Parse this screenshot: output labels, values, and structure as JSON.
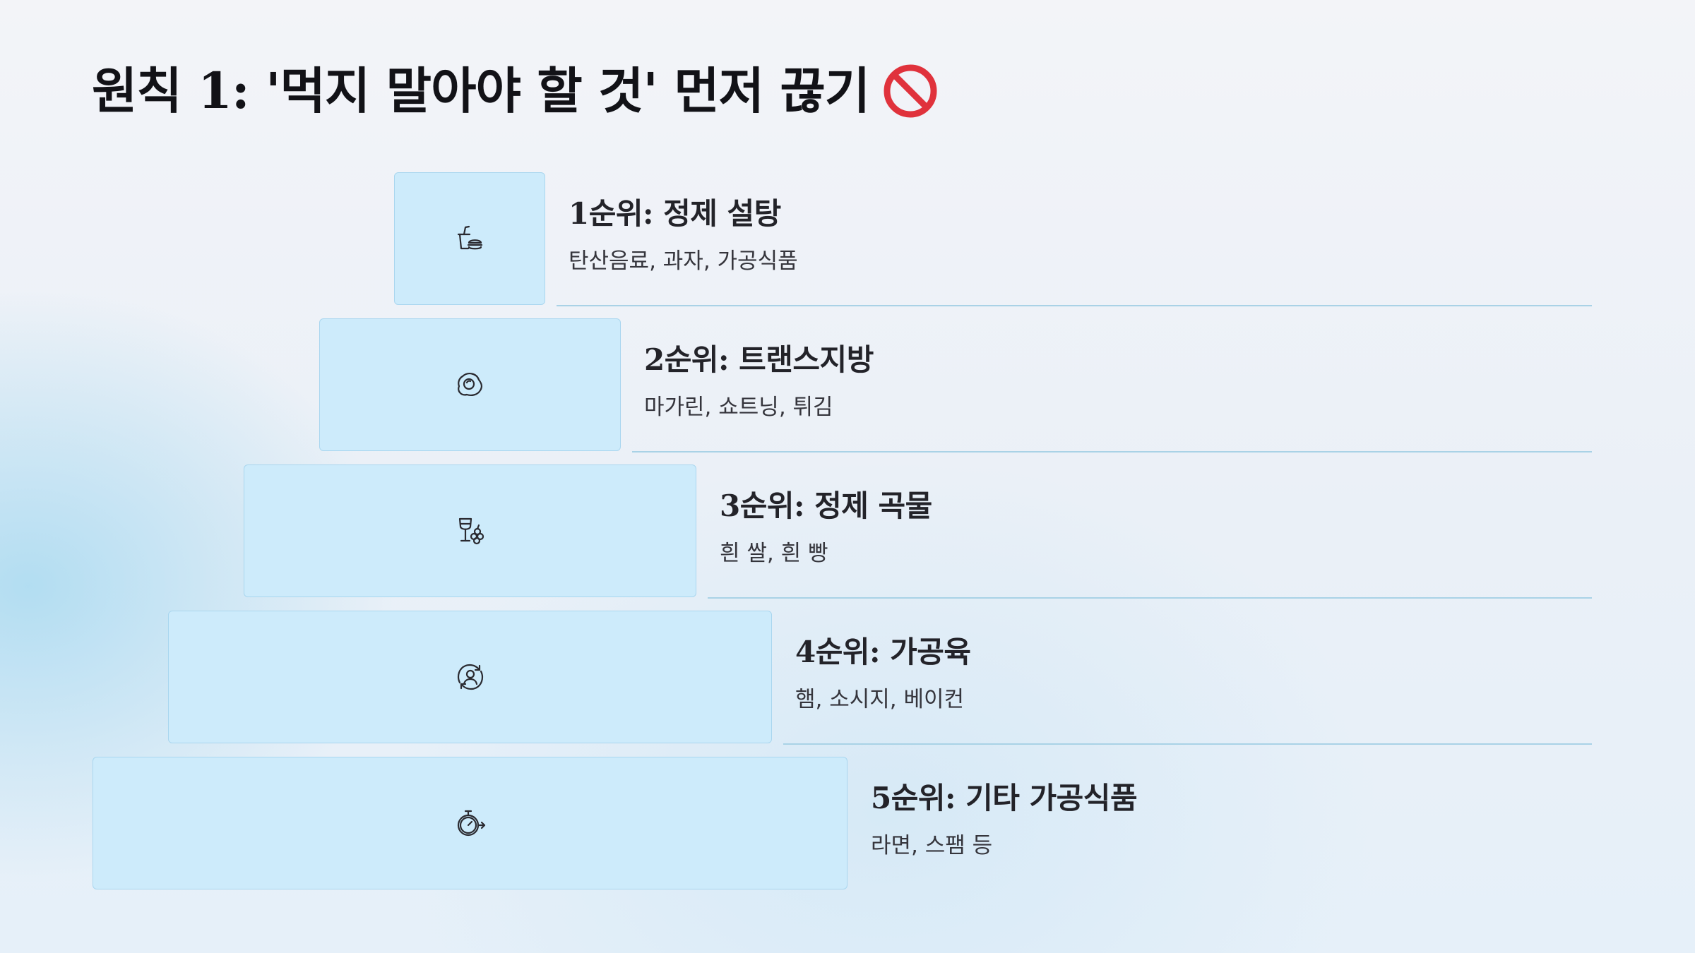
{
  "title": "원칙 1: '먹지 말아야 할 것' 먼저 끊기",
  "title_icon": "no-entry-sign-icon",
  "accent_color": "#e0323c",
  "box_color": "#cdebfb",
  "steps": [
    {
      "heading": "1순위: 정제 설탕",
      "description": "탄산음료, 과자, 가공식품",
      "icon": "fast-food-drink-icon"
    },
    {
      "heading": "2순위: 트랜스지방",
      "description": "마가린, 쇼트닝, 튀김",
      "icon": "fried-egg-icon"
    },
    {
      "heading": "3순위: 정제 곡물",
      "description": "흰 쌀, 흰 빵",
      "icon": "wine-grapes-icon"
    },
    {
      "heading": "4순위: 가공육",
      "description": "햄, 소시지, 베이컨",
      "icon": "user-cycle-icon"
    },
    {
      "heading": "5순위: 기타 가공식품",
      "description": "라면, 스팸 등",
      "icon": "stopwatch-arrow-icon"
    }
  ]
}
